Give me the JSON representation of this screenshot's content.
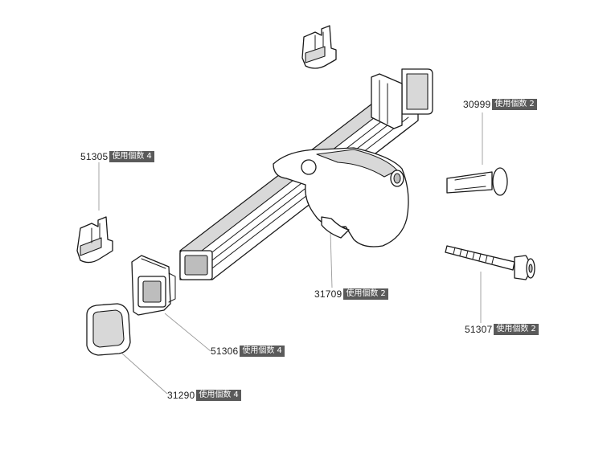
{
  "qty_label": "使用個数",
  "parts": [
    {
      "id": "p-30999",
      "number": "30999",
      "qty": "2"
    },
    {
      "id": "p-51305",
      "number": "51305",
      "qty": "4"
    },
    {
      "id": "p-31709",
      "number": "31709",
      "qty": "2"
    },
    {
      "id": "p-51307",
      "number": "51307",
      "qty": "2"
    },
    {
      "id": "p-51306",
      "number": "51306",
      "qty": "4"
    },
    {
      "id": "p-31290",
      "number": "31290",
      "qty": "4"
    }
  ]
}
